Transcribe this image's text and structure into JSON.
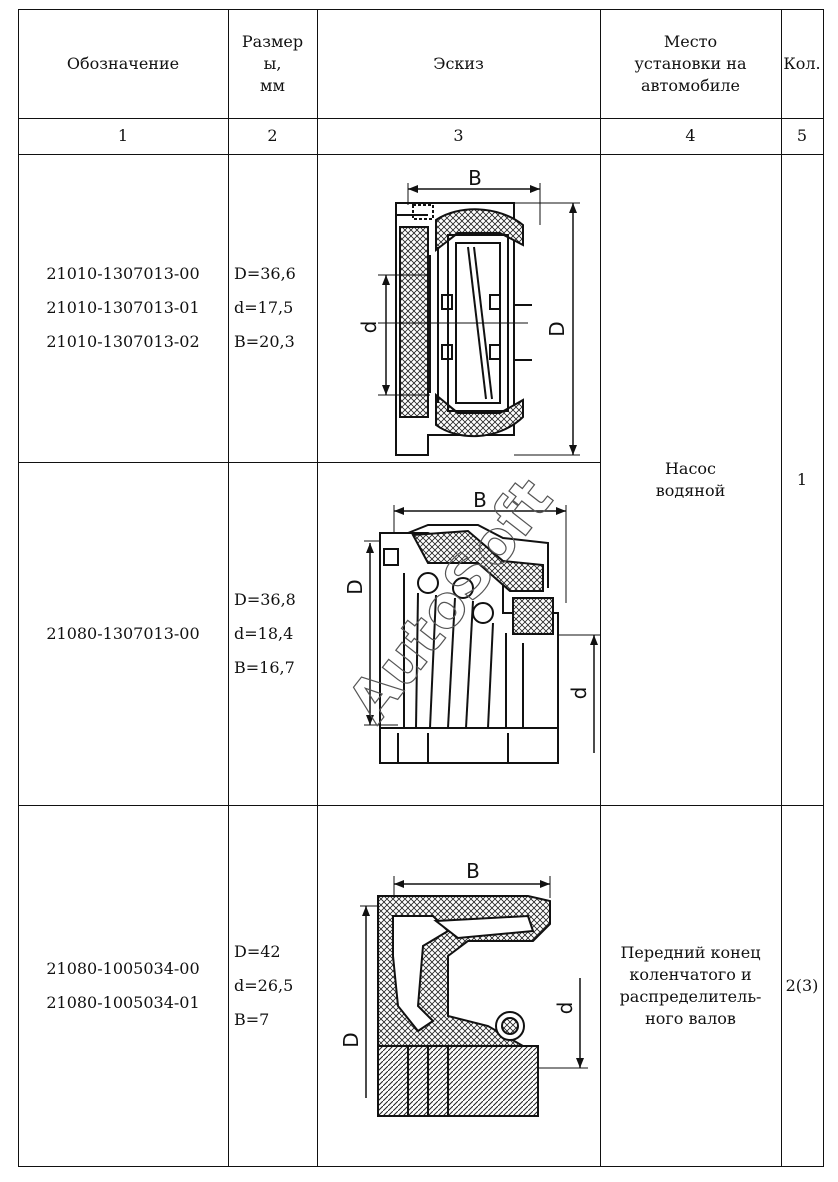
{
  "header": {
    "col1": "Обозначение",
    "col2_lines": [
      "Размер",
      "ы,",
      "мм"
    ],
    "col3": "Эскиз",
    "col4_lines": [
      "Место",
      "установки на",
      "автомобиле"
    ],
    "col5": "Кол."
  },
  "numbers": [
    "1",
    "2",
    "3",
    "4",
    "5"
  ],
  "rows": [
    {
      "codes": [
        "21010-1307013-00",
        "21010-1307013-01",
        "21010-1307013-02"
      ],
      "dims": [
        "D=36,6",
        "d=17,5",
        "B=20,3"
      ],
      "sketch_labels": {
        "b": "B",
        "d": "d",
        "D": "D"
      }
    },
    {
      "codes": [
        "21080-1307013-00"
      ],
      "dims": [
        "D=36,8",
        "d=18,4",
        "B=16,7"
      ],
      "sketch_labels": {
        "b": "B",
        "d": "d",
        "D": "D"
      }
    },
    {
      "codes": [
        "21080-1005034-00",
        "21080-1005034-01"
      ],
      "dims": [
        "D=42",
        "d=26,5",
        "B=7"
      ],
      "sketch_labels": {
        "b": "B",
        "d": "d",
        "D": "D"
      }
    }
  ],
  "place_pump_lines": [
    "Насос",
    "водяной"
  ],
  "qty_pump": "1",
  "place_front_lines": [
    "Передний конец",
    "коленчатого и",
    "распределитель-",
    "ного валов"
  ],
  "qty_front": "2(3)",
  "watermark": "AutoSoft"
}
